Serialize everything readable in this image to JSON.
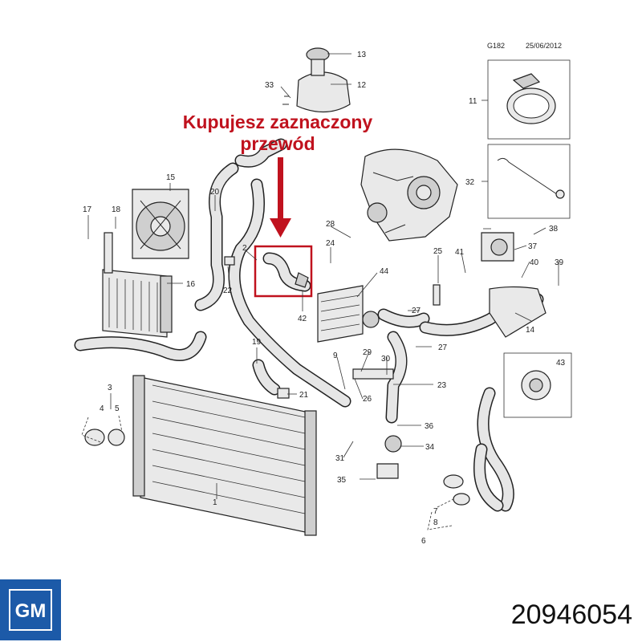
{
  "header": {
    "code": "G182",
    "date": "25/06/2012"
  },
  "callout": {
    "line1": "Kupujesz zaznaczony",
    "line2": "przewód"
  },
  "labels": {
    "n1": "1",
    "n2": "2",
    "n3": "3",
    "n4": "4",
    "n5": "5",
    "n6": "6",
    "n7": "7",
    "n8": "8",
    "n9": "9",
    "n11": "11",
    "n12": "12",
    "n13": "13",
    "n14": "14",
    "n15": "15",
    "n16": "16",
    "n17": "17",
    "n18": "18",
    "n19": "19",
    "n20": "20",
    "n21": "21",
    "n22": "22",
    "n23": "23",
    "n24": "24",
    "n25": "25",
    "n26": "26",
    "n27a": "27",
    "n27b": "27",
    "n28": "28",
    "n29": "29",
    "n30": "30",
    "n31": "31",
    "n32": "32",
    "n33": "33",
    "n34": "34",
    "n35": "35",
    "n36": "36",
    "n37": "37",
    "n38": "38",
    "n39": "39",
    "n40": "40",
    "n41": "41",
    "n42": "42",
    "n43": "43",
    "n44": "44"
  },
  "brand": {
    "logo_text": "GM",
    "logo_color": "#1c5aa8"
  },
  "part_number": "20946054",
  "colors": {
    "highlight": "#c0121e",
    "line": "#222222"
  }
}
